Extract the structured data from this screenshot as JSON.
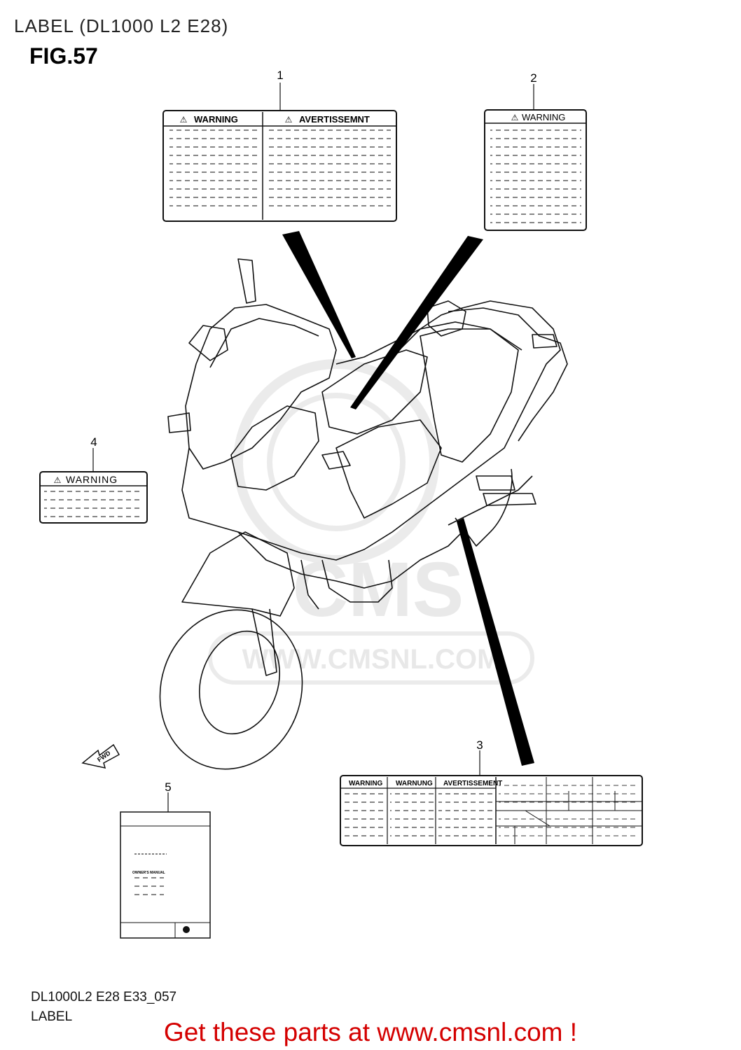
{
  "header": {
    "title": "LABEL (DL1000 L2 E28)",
    "figure": "FIG.57"
  },
  "callouts": [
    "1",
    "2",
    "3",
    "4",
    "5"
  ],
  "labels": {
    "label_1": {
      "left_heading": "WARNING",
      "right_heading": "AVERTISSEMNT"
    },
    "label_2": {
      "heading": "WARNING"
    },
    "label_3": {
      "headings": [
        "WARNING",
        "WARNUNG",
        "AVERTISSEMENT"
      ]
    },
    "label_4": {
      "heading": "WARNING"
    },
    "label_5": {
      "manual_title": "OWNER'S MANUAL"
    }
  },
  "direction_arrow": "FWD",
  "watermark": {
    "text": "WWW.CMSNL.COM",
    "logo": "CMS"
  },
  "footer": {
    "code": "DL1000L2 E28 E33_057",
    "label": "LABEL",
    "link": "Get these parts at www.cmsnl.com !"
  },
  "colors": {
    "link": "#d40000",
    "line": "#111111",
    "watermark": "#e4e4e4"
  }
}
